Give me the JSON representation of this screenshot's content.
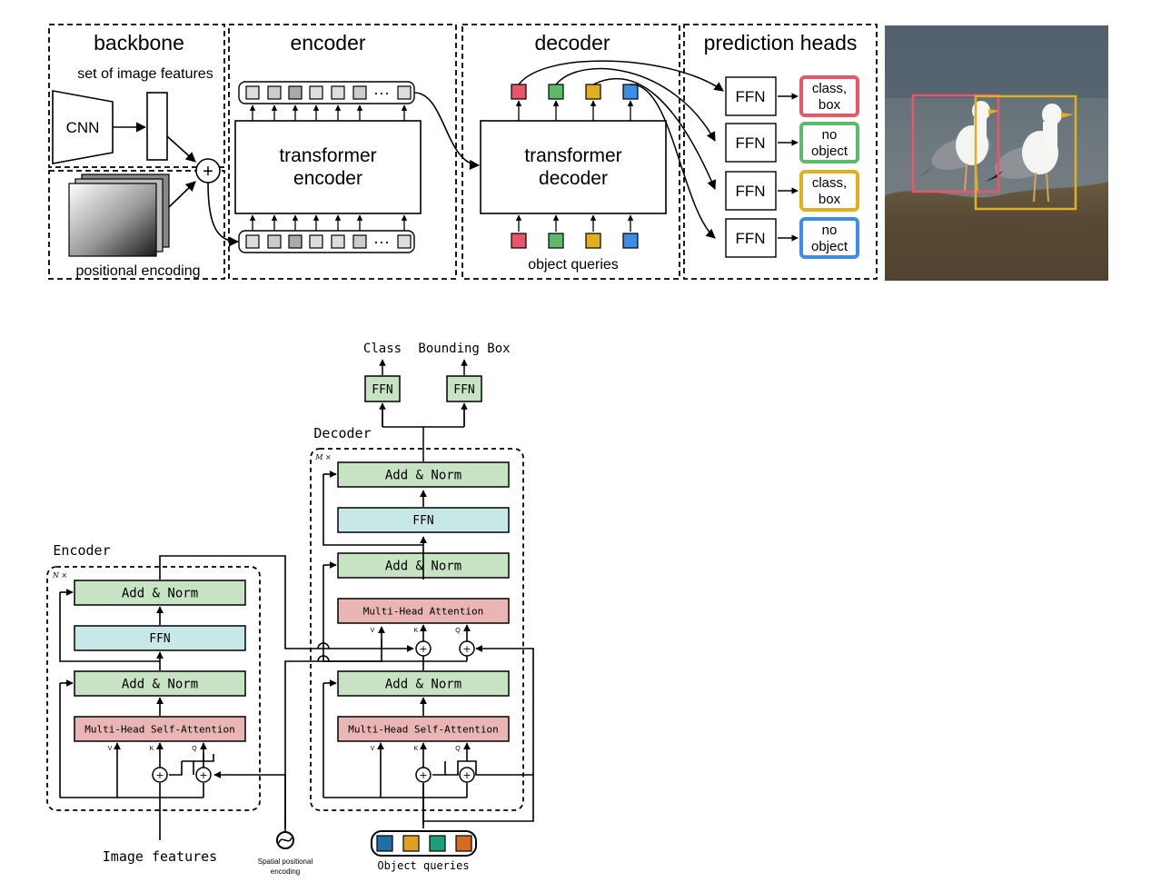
{
  "top": {
    "sections": {
      "backbone": "backbone",
      "encoder": "encoder",
      "decoder": "decoder",
      "prediction_heads": "prediction heads"
    },
    "set_of_image_features": "set of image features",
    "cnn": "CNN",
    "positional_encoding": "positional encoding",
    "transformer_encoder": [
      "transformer",
      "encoder"
    ],
    "transformer_decoder": [
      "transformer",
      "decoder"
    ],
    "ellipsis": "···",
    "object_queries": "object queries",
    "ffn": "FFN",
    "plus": "+",
    "outputs": [
      {
        "lines": [
          "class,",
          "box"
        ],
        "color": "#e8566c"
      },
      {
        "lines": [
          "no",
          "object"
        ],
        "color": "#5cba6a"
      },
      {
        "lines": [
          "class,",
          "box"
        ],
        "color": "#e0b020"
      },
      {
        "lines": [
          "no",
          "object"
        ],
        "color": "#3a8ee6"
      }
    ],
    "query_colors": [
      "#e8566c",
      "#5cba6a",
      "#e0b020",
      "#3a8ee6"
    ],
    "photo_boxes": [
      {
        "color": "#e8566c"
      },
      {
        "color": "#e0b020"
      }
    ]
  },
  "bottom": {
    "class_label": "Class",
    "bbox_label": "Bounding Box",
    "ffn": "FFN",
    "decoder_title": "Decoder",
    "encoder_title": "Encoder",
    "n_times": "N ×",
    "m_times": "M ×",
    "add_norm": "Add & Norm",
    "multi_head_self_attention": "Multi-Head Self-Attention",
    "multi_head_attention": "Multi-Head Attention",
    "v": "V",
    "k": "K",
    "q": "Q",
    "image_features": "Image features",
    "spatial_pe": [
      "Spatial positional",
      "encoding"
    ],
    "object_queries": "Object queries",
    "query_colors": [
      "#1f6ea8",
      "#e0a020",
      "#1e9e7a",
      "#d86a1e"
    ],
    "colors": {
      "green": "#c8e3c4",
      "cyan": "#c7e8e6",
      "red": "#e9b5b5"
    }
  }
}
